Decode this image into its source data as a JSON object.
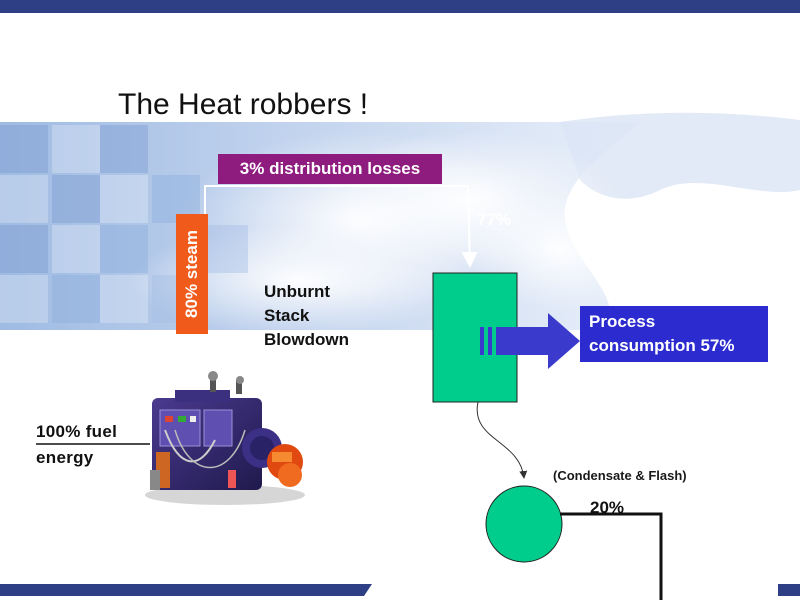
{
  "title": "The Heat robbers !",
  "labels": {
    "distribution_losses": "3% distribution losses",
    "steam": "80% steam",
    "to_process": "77%",
    "losses": [
      "Unburnt",
      "Stack",
      "Blowdown"
    ],
    "process_consumption": [
      "Process",
      "consumption 57%"
    ],
    "fuel_energy": [
      "100% fuel",
      "energy"
    ],
    "condensate": "(Condensate & Flash)",
    "return": "20%"
  },
  "colors": {
    "top_band": "#2e3f86",
    "distribution_box": "#8e1b7e",
    "steam_box": "#f05a1a",
    "process_box": "#2b2bcf",
    "heat_exchanger": "#00cc8c",
    "condensate_tank": "#00cc8c",
    "arrow": "#3a3acc"
  },
  "icons": [
    "boiler-illustration",
    "sky-cloud-background"
  ]
}
